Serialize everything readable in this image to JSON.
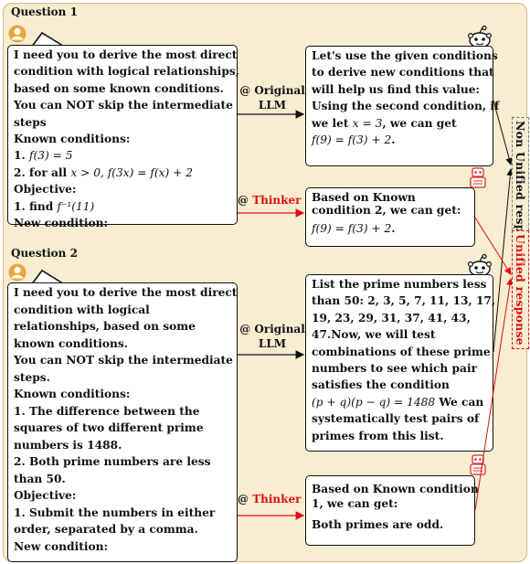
{
  "q1": {
    "title": "Question 1",
    "question": {
      "line1": "I need you to derive the most direct",
      "line2": "condition with logical relationships,",
      "line3": "based on some known conditions.",
      "line4": "You can NOT skip the intermediate",
      "line5": "steps",
      "known_heading": "Known conditions:",
      "c1_prefix": "1. ",
      "c1_math": "f(3) = 5",
      "c2_prefix": "2. for all ",
      "c2_math": "x > 0, f(3x) = f(x) + 2",
      "objective_heading": "Objective:",
      "o1_prefix": "1. find ",
      "o1_math": "f⁻¹(11)",
      "new_condition": "New condition:"
    },
    "original_label": "@ Original",
    "llm_label": "LLM",
    "thinker_label": "Thinker",
    "at": "@",
    "original_response": {
      "line1": "Let's use the given conditions",
      "line2": "to derive new conditions that",
      "line3": "will help us find this value:",
      "line4": "Using the second condition, if",
      "line5_prefix": "we let ",
      "line5_math": "x = 3",
      "line5_suffix": ", we can get",
      "line6_math": "f(9) = f(3) + 2",
      "line6_suffix": "."
    },
    "thinker_response": {
      "line1": "Based on Known",
      "line2": "condition 2, we can get:",
      "line3_math": "f(9) = f(3) + 2",
      "line3_suffix": "."
    }
  },
  "q2": {
    "title": "Question 2",
    "question": {
      "line1": "I need you to derive the most direct",
      "line2": "condition with logical",
      "line3": "relationships, based on some",
      "line4": "known conditions.",
      "line5": "You can NOT skip the intermediate",
      "line6": "steps.",
      "known_heading": "Known conditions:",
      "c1a": "1. The difference between the",
      "c1b": "squares of two different prime",
      "c1c": "numbers is 1488.",
      "c2": "2. Both prime numbers are less",
      "c2b": "than 50.",
      "objective_heading": "Objective:",
      "o1a": "1. Submit the numbers in either",
      "o1b": "order, separated by a comma.",
      "new_condition": "New condition:"
    },
    "original_label": "@ Original",
    "llm_label": "LLM",
    "thinker_label": "Thinker",
    "at": "@",
    "original_response": {
      "line1": "List the prime numbers less",
      "line2": "than 50: 2, 3, 5, 7, 11, 13, 17,",
      "line3": "19, 23, 29, 31, 37, 41, 43,",
      "line4": "47.Now, we will test",
      "line5": "combinations of these prime",
      "line6": "numbers to see which pair",
      "line7": "satisfies the condition",
      "line8_math": "(p + q)(p − q) = 1488",
      "line8_suffix": " We can",
      "line9": "systematically test pairs of",
      "line10": "primes from this list."
    },
    "thinker_response": {
      "line1": "Based on Known condition",
      "line2": "1, we can get:",
      "line3": "Both primes are odd."
    }
  },
  "side_labels": {
    "non_unified": "Non Unified response",
    "unified": "Unified response"
  },
  "colors": {
    "background": "#f8ecd1",
    "accent_red": "#e01010",
    "avatar": "#e8a73d",
    "robot_red": "#d8302a"
  },
  "icons": [
    "user-avatar-icon",
    "reddit-robot-icon",
    "thinker-robot-icon"
  ]
}
